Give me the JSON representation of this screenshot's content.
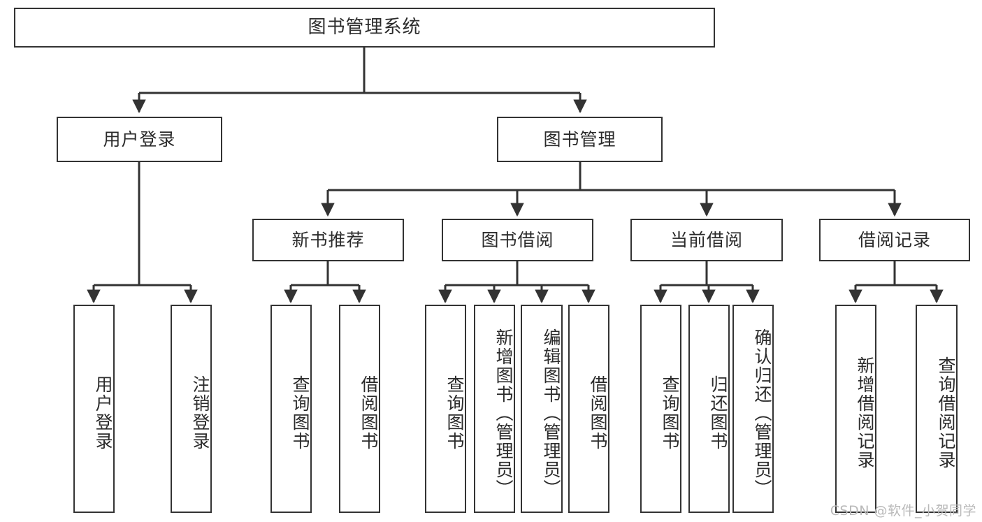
{
  "diagram": {
    "title": "图书管理系统",
    "type": "tree",
    "watermark": "CSDN @软件_小贺同学",
    "colors": {
      "border": "#333333",
      "background": "#ffffff",
      "text": "#2b2b2b",
      "watermark": "#b9b9b9"
    },
    "nodes": {
      "root": {
        "label": "图书管理系统"
      },
      "level2": [
        {
          "id": "user_login",
          "label": "用户登录"
        },
        {
          "id": "book_manage",
          "label": "图书管理"
        }
      ],
      "level3": [
        {
          "id": "new_book_rec",
          "label": "新书推荐",
          "parent": "book_manage"
        },
        {
          "id": "book_borrow",
          "label": "图书借阅",
          "parent": "book_manage"
        },
        {
          "id": "current_borrow",
          "label": "当前借阅",
          "parent": "book_manage"
        },
        {
          "id": "borrow_record",
          "label": "借阅记录",
          "parent": "book_manage"
        }
      ],
      "leaves": [
        {
          "id": "leaf_user_login",
          "label": "用户登录",
          "parent": "user_login"
        },
        {
          "id": "leaf_user_logout",
          "label": "注销登录",
          "parent": "user_login"
        },
        {
          "id": "leaf_query_book_1",
          "label": "查询图书",
          "parent": "new_book_rec"
        },
        {
          "id": "leaf_borrow_book_1",
          "label": "借阅图书",
          "parent": "new_book_rec"
        },
        {
          "id": "leaf_query_book_2",
          "label": "查询图书",
          "parent": "book_borrow"
        },
        {
          "id": "leaf_add_book",
          "label": "新增图书（管理员）",
          "parent": "book_borrow"
        },
        {
          "id": "leaf_edit_book",
          "label": "编辑图书（管理员）",
          "parent": "book_borrow"
        },
        {
          "id": "leaf_borrow_book_2",
          "label": "借阅图书",
          "parent": "book_borrow"
        },
        {
          "id": "leaf_query_book_3",
          "label": "查询图书",
          "parent": "current_borrow"
        },
        {
          "id": "leaf_return_book",
          "label": "归还图书",
          "parent": "current_borrow"
        },
        {
          "id": "leaf_confirm_return",
          "label": "确认归还（管理员）",
          "parent": "current_borrow"
        },
        {
          "id": "leaf_add_record",
          "label": "新增借阅记录",
          "parent": "borrow_record"
        },
        {
          "id": "leaf_query_record",
          "label": "查询借阅记录",
          "parent": "borrow_record"
        }
      ]
    }
  }
}
